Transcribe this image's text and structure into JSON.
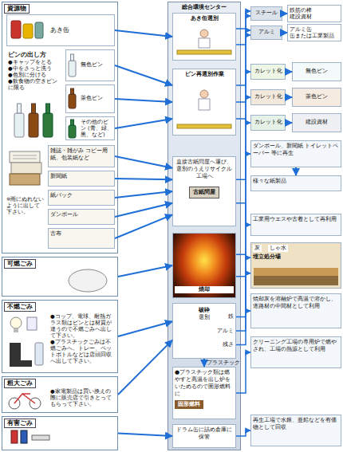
{
  "diagram": {
    "nodes": [
      {
        "text": [
          "資源物"
        ]
      },
      {
        "text": [
          "あき缶"
        ],
        "in": 0
      },
      {
        "text": [
          "ビンの出し方",
          "●キャップをとる",
          "●中をさっと洗う",
          "●色別に分ける",
          "●飲食物の空きビンに限る"
        ],
        "in": 0
      },
      {
        "text": [
          "無色ビン"
        ],
        "in": 0
      },
      {
        "text": [
          "茶色ビン"
        ],
        "in": 0
      },
      {
        "text": [
          "その他のビン (青、緑、黒、など)"
        ],
        "in": 0
      },
      {
        "text": [
          "雑誌・雑がみ コピー用紙、包装紙など"
        ],
        "in": 0
      },
      {
        "text": [
          "新聞紙"
        ],
        "in": 0
      },
      {
        "text": [
          "紙パック"
        ],
        "in": 0
      },
      {
        "text": [
          "ダンボール"
        ],
        "in": 0
      },
      {
        "text": [
          "古布"
        ],
        "in": 0
      },
      {
        "text": [
          "可燃ごみ"
        ]
      },
      {
        "text": [
          "不燃ごみ",
          "●コップ、電球、耐熱ガラス類はビンとは材質が違うので不燃ごみへ出して下さい。",
          "●プラスチックごみは不燃ごみへ。トレー、ペットボトルなどは店頭回収へ出して下さい。"
        ]
      },
      {
        "text": [
          "粗大ごみ",
          "●家電製品は買い換えの際に販売店で引きとってもらって下さい。"
        ]
      },
      {
        "text": [
          "有害ごみ"
        ]
      },
      {
        "text": [
          "総合環境センター"
        ]
      },
      {
        "text": [
          "あき缶選別"
        ],
        "in": 15
      },
      {
        "text": [
          "ビン再選別作業"
        ],
        "in": 15
      },
      {
        "text": [
          "直接古紙問屋へ運び、選別のうえリサイクル工場へ",
          "古紙問屋"
        ],
        "in": 15
      },
      {
        "text": [
          "焼却"
        ],
        "in": 15
      },
      {
        "text": [
          "破砕",
          "選別"
        ],
        "in": 15
      },
      {
        "text": [
          "●プラスチック類は燃やすと高温を出し炉をいためるので固形燃料に",
          "固形燃料"
        ],
        "in": 15
      },
      {
        "text": [
          "ドラム缶に詰め倉庫に保管"
        ],
        "in": 15
      },
      {
        "text": [
          "スチール"
        ]
      },
      {
        "text": [
          "アルミ"
        ]
      },
      {
        "text": [
          "鉄筋の棒",
          "建設資材"
        ]
      },
      {
        "text": [
          "アルミ缶",
          "缶または工業製品"
        ]
      },
      {
        "text": [
          "カレット化"
        ]
      },
      {
        "text": [
          "カレット化"
        ]
      },
      {
        "text": [
          "カレット化"
        ]
      },
      {
        "text": [
          "無色ビン"
        ]
      },
      {
        "text": [
          "茶色ビン"
        ]
      },
      {
        "text": [
          "建設資材"
        ]
      },
      {
        "text": [
          "ダンボール、新聞紙 トイレットペーパー 等に再生"
        ]
      },
      {
        "text": [
          "様々な紙製品"
        ]
      },
      {
        "text": [
          "工業用ウエスや古着として再利用"
        ]
      },
      {
        "text": [
          "灰",
          "しゃ水",
          "埋立処分場"
        ]
      },
      {
        "text": [
          "焼却灰を溶融炉で高温で溶かし、道路材の中間材として利用"
        ]
      },
      {
        "text": [
          "クリーニング工場の専用炉で燃やされ、工場の熱源として利用"
        ]
      },
      {
        "text": [
          "再生工場で水銀、亜鉛などを有価物として回収"
        ]
      }
    ],
    "edges": [
      {
        "from": 1,
        "to": 16,
        "arrow": "to"
      },
      {
        "from": 3,
        "to": 17,
        "arrow": "to"
      },
      {
        "from": 4,
        "to": 17,
        "arrow": "to"
      },
      {
        "from": 5,
        "to": 17,
        "arrow": "to"
      },
      {
        "from": 6,
        "to": 18,
        "arrow": "to"
      },
      {
        "from": 7,
        "to": 18,
        "arrow": "to"
      },
      {
        "from": 8,
        "to": 18,
        "arrow": "to"
      },
      {
        "from": 9,
        "to": 18,
        "arrow": "to"
      },
      {
        "from": 10,
        "to": 18,
        "arrow": "to"
      },
      {
        "from": 11,
        "to": 19,
        "arrow": "to"
      },
      {
        "from": 12,
        "to": 20,
        "arrow": "to"
      },
      {
        "from": 13,
        "to": 20,
        "arrow": "to"
      },
      {
        "from": 14,
        "to": 22,
        "arrow": "to"
      },
      {
        "from": 16,
        "to": 23,
        "arrow": "to"
      },
      {
        "from": 16,
        "to": 24,
        "arrow": "to"
      },
      {
        "from": 23,
        "to": 25,
        "arrow": "to"
      },
      {
        "from": 24,
        "to": 26,
        "arrow": "to"
      },
      {
        "from": 17,
        "to": 27,
        "arrow": "to"
      },
      {
        "from": 17,
        "to": 28,
        "arrow": "to"
      },
      {
        "from": 17,
        "to": 29,
        "arrow": "to"
      },
      {
        "from": 27,
        "to": 30,
        "arrow": "to"
      },
      {
        "from": 28,
        "to": 31,
        "arrow": "to"
      },
      {
        "from": 29,
        "to": 32,
        "arrow": "to"
      },
      {
        "from": 18,
        "to": 33,
        "arrow": "to"
      },
      {
        "from": 33,
        "to": 34,
        "arrow": "to"
      },
      {
        "from": 18,
        "to": 35,
        "arrow": "to"
      },
      {
        "from": 19,
        "to": 36,
        "arrow": "to"
      },
      {
        "from": 19,
        "to": 37,
        "arrow": "to"
      },
      {
        "from": 20,
        "to": 23,
        "label": "鉄",
        "arrow": "to"
      },
      {
        "from": 20,
        "to": 24,
        "label": "アルミ",
        "arrow": "to"
      },
      {
        "from": 20,
        "to": 36,
        "label": "残さ",
        "arrow": "to"
      },
      {
        "from": 20,
        "to": 21,
        "label": "プラスチック",
        "arrow": "to"
      },
      {
        "from": 21,
        "to": 38,
        "arrow": "to"
      },
      {
        "from": 22,
        "to": 39,
        "arrow": "to"
      }
    ],
    "labels": [
      "※雨にぬれないように出して下さい。"
    ]
  }
}
